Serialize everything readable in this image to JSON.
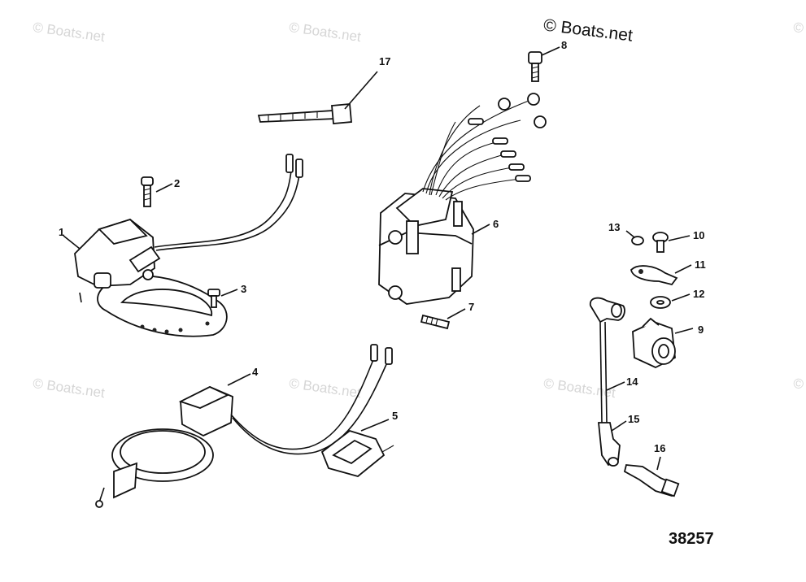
{
  "watermark": {
    "brand": "© Boats.net",
    "faint": [
      "© Boats.net",
      "© Boats.net",
      "© Boats.net",
      "© Boats.net",
      "© Boats.net",
      "© Boats.net",
      "© Boats.net"
    ]
  },
  "drawing_number": "38257",
  "callouts": [
    "1",
    "2",
    "3",
    "4",
    "5",
    "6",
    "7",
    "8",
    "9",
    "10",
    "11",
    "12",
    "13",
    "14",
    "15",
    "16",
    "17"
  ]
}
